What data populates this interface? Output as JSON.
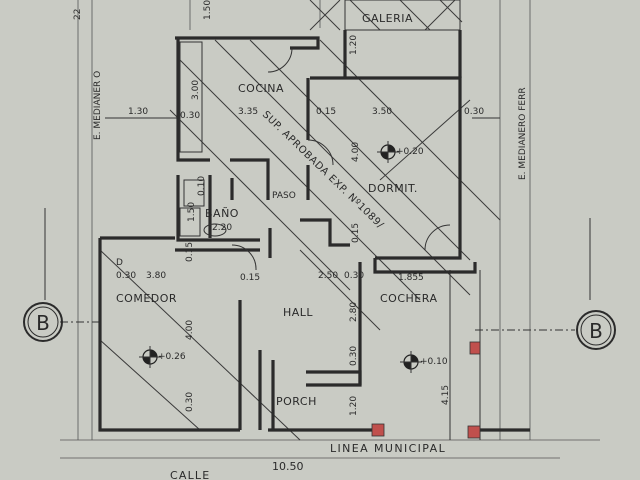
{
  "rooms": {
    "galeria": "GALERIA",
    "cocina": "COCINA",
    "dormit": "DORMIT.",
    "paso": "PASO",
    "bano": "BAÑO",
    "comedor": "COMEDOR",
    "hall": "HALL",
    "cochera": "COCHERA",
    "porch": "PORCH"
  },
  "levels": {
    "dormit": "+0.20",
    "comedor": "+0.26",
    "cochera": "+0.10"
  },
  "annotations": {
    "diagonal": "SUP. APROBADA EXP. Nº1089/",
    "linea_municipal": "LINEA MUNICIPAL",
    "medianero_left": "E. MEDIANER O",
    "medianero_right": "E. MEDIANERO FERR",
    "calle": "CALLE",
    "section_mark": "B",
    "corner_top": "22",
    "corner_d": "D"
  },
  "dimensions": {
    "d_1_50": "1.50",
    "d_1_20_top": "1.20",
    "d_1_30": "1.30",
    "d_0_30_a": "0.30",
    "d_3_00": "3.00",
    "d_3_35": "3.35",
    "d_0_15_a": "0.15",
    "d_3_50": "3.50",
    "d_0_30_b": "0.30",
    "d_4_00_dorm": "4.00",
    "d_0_10": "0.10",
    "d_1_50_bano": "1.50",
    "d_2_20": "2.20",
    "d_0_15_b": "0.15",
    "d_0_30_c": "0.30",
    "d_3_80": "3.80",
    "d_0_15_c": "0.15",
    "d_0_15_d": "0.15",
    "d_2_50": "2.50",
    "d_0_30_d": "0.30",
    "d_1_855": "1.855",
    "d_4_00_com": "4.00",
    "d_2_80": "2.80",
    "d_0_30_e": "0.30",
    "d_0_30_f": "0.30",
    "d_1_20_bot": "1.20",
    "d_4_15": "4.15",
    "d_10_50": "10.50"
  },
  "colors": {
    "paper": "#c9cbc4",
    "ink": "#2b2b2b",
    "column": "#c0504d"
  }
}
